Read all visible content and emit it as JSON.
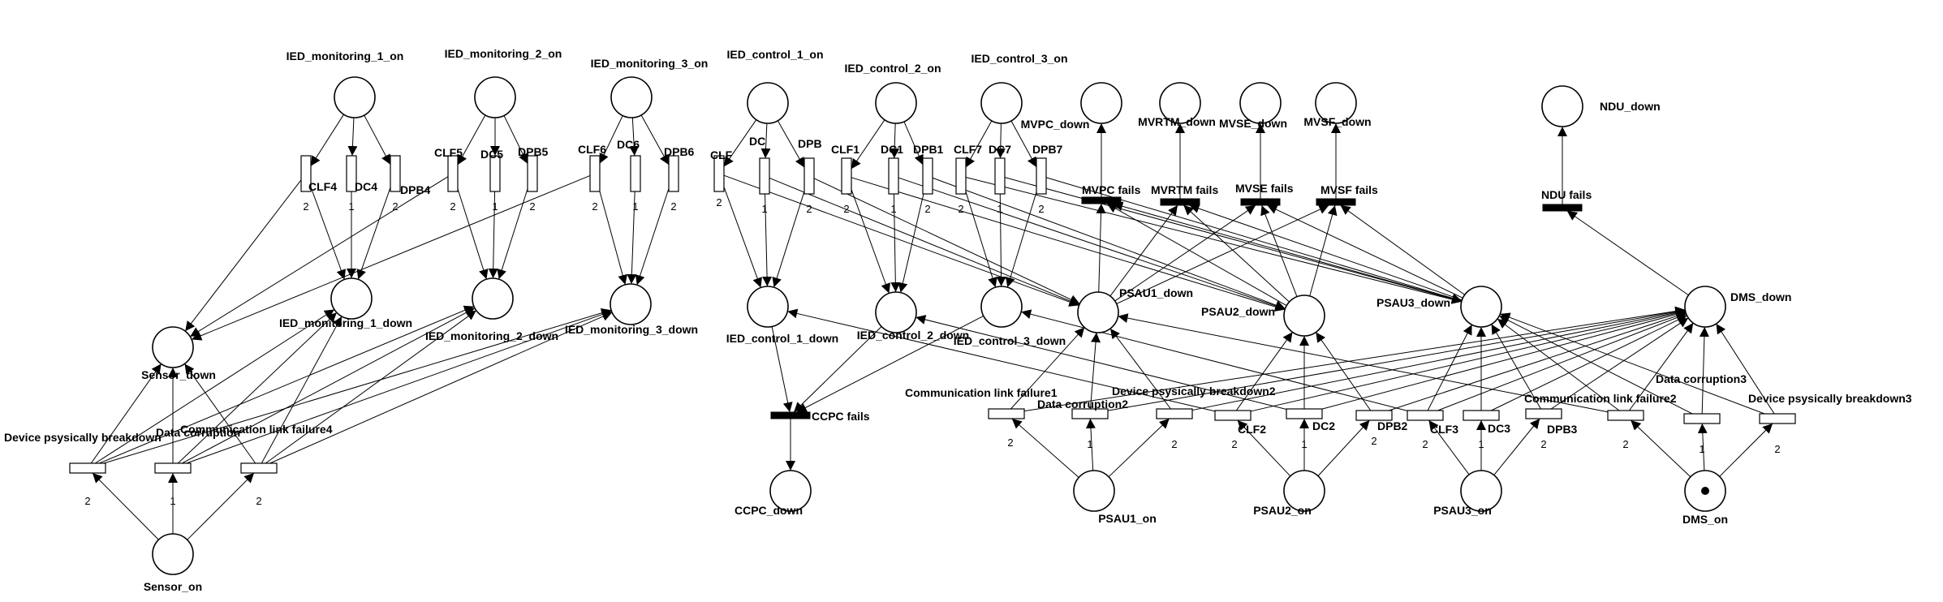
{
  "places": [
    {
      "id": "s_on",
      "label": "Sensor_on",
      "tokens": 0
    },
    {
      "id": "s_dn",
      "label": "Sensor_down",
      "tokens": 0
    },
    {
      "id": "m1on",
      "label": "IED_monitoring_1_on",
      "tokens": 0
    },
    {
      "id": "m2on",
      "label": "IED_monitoring_2_on",
      "tokens": 0
    },
    {
      "id": "m3on",
      "label": "IED_monitoring_3_on",
      "tokens": 0
    },
    {
      "id": "m1dn",
      "label": "IED_monitoring_1_down",
      "tokens": 0
    },
    {
      "id": "m2dn",
      "label": "IED_monitoring_2_down",
      "tokens": 0
    },
    {
      "id": "m3dn",
      "label": "IED_monitoring_3_down",
      "tokens": 0
    },
    {
      "id": "c1on",
      "label": "IED_control_1_on",
      "tokens": 0
    },
    {
      "id": "c2on",
      "label": "IED_control_2_on",
      "tokens": 0
    },
    {
      "id": "c3on",
      "label": "IED_control_3_on",
      "tokens": 0
    },
    {
      "id": "c1dn",
      "label": "IED_control_1_down",
      "tokens": 0
    },
    {
      "id": "c2dn",
      "label": "IED_control_2_down",
      "tokens": 0
    },
    {
      "id": "c3dn",
      "label": "IED_control_3_down",
      "tokens": 0
    },
    {
      "id": "ccpc",
      "label": "CCPC_down",
      "tokens": 0
    },
    {
      "id": "mvpc",
      "label": "MVPC_down",
      "tokens": 0
    },
    {
      "id": "mvrtm",
      "label": "MVRTM_down",
      "tokens": 0
    },
    {
      "id": "mvse",
      "label": "MVSE_down",
      "tokens": 0
    },
    {
      "id": "mvsf",
      "label": "MVSF_down",
      "tokens": 0
    },
    {
      "id": "ndu",
      "label": "NDU_down",
      "tokens": 0
    },
    {
      "id": "p1dn",
      "label": "PSAU1_down",
      "tokens": 0
    },
    {
      "id": "p2dn",
      "label": "PSAU2_down",
      "tokens": 0
    },
    {
      "id": "p3dn",
      "label": "PSAU3_down",
      "tokens": 0
    },
    {
      "id": "p1on",
      "label": "PSAU1_on",
      "tokens": 0
    },
    {
      "id": "p2on",
      "label": "PSAU2_on",
      "tokens": 0
    },
    {
      "id": "p3on",
      "label": "PSAU3_on",
      "tokens": 0
    },
    {
      "id": "dmsdn",
      "label": "DMS_down",
      "tokens": 0
    },
    {
      "id": "dmson",
      "label": "DMS_on",
      "tokens": 1
    }
  ],
  "transitions": [
    {
      "id": "sDP",
      "label": "Device psysically breakdown",
      "kind": "timed"
    },
    {
      "id": "sDC",
      "label": "Data corruption",
      "kind": "timed"
    },
    {
      "id": "sCL",
      "label": "Communication link failure4",
      "kind": "timed"
    },
    {
      "id": "CLF4",
      "label": "CLF4",
      "kind": "timed"
    },
    {
      "id": "DC4",
      "label": "DC4",
      "kind": "timed"
    },
    {
      "id": "DPB4",
      "label": "DPB4",
      "kind": "timed"
    },
    {
      "id": "CLF5",
      "label": "CLF5",
      "kind": "timed"
    },
    {
      "id": "DC5",
      "label": "DC5",
      "kind": "timed"
    },
    {
      "id": "DPB5",
      "label": "DPB5",
      "kind": "timed"
    },
    {
      "id": "CLF6",
      "label": "CLF6",
      "kind": "timed"
    },
    {
      "id": "DC6",
      "label": "DC6",
      "kind": "timed"
    },
    {
      "id": "DPB6",
      "label": "DPB6",
      "kind": "timed"
    },
    {
      "id": "CLF",
      "label": "CLF",
      "kind": "timed"
    },
    {
      "id": "DC",
      "label": "DC",
      "kind": "timed"
    },
    {
      "id": "DPB",
      "label": "DPB",
      "kind": "timed"
    },
    {
      "id": "CLF1",
      "label": "CLF1",
      "kind": "timed"
    },
    {
      "id": "DC1",
      "label": "DC1",
      "kind": "timed"
    },
    {
      "id": "DPB1",
      "label": "DPB1",
      "kind": "timed"
    },
    {
      "id": "CLF7",
      "label": "CLF7",
      "kind": "timed"
    },
    {
      "id": "DC7",
      "label": "DC7",
      "kind": "timed"
    },
    {
      "id": "DPB7",
      "label": "DPB7",
      "kind": "timed"
    },
    {
      "id": "ccpcf",
      "label": "CCPC fails",
      "kind": "immediate"
    },
    {
      "id": "mvpcf",
      "label": "MVPC fails",
      "kind": "immediate"
    },
    {
      "id": "mvrtmf",
      "label": "MVRTM fails",
      "kind": "immediate"
    },
    {
      "id": "mvsef",
      "label": "MVSE fails",
      "kind": "immediate"
    },
    {
      "id": "mvsff",
      "label": "MVSF fails",
      "kind": "immediate"
    },
    {
      "id": "nduf",
      "label": "NDU fails",
      "kind": "immediate"
    },
    {
      "id": "CLF1b",
      "label": "Communication link failure1",
      "kind": "timed"
    },
    {
      "id": "DC2b",
      "label": "Data corruption2",
      "kind": "timed"
    },
    {
      "id": "DP2b",
      "label": "Device psysically breakdown2",
      "kind": "timed"
    },
    {
      "id": "CLF2",
      "label": "CLF2",
      "kind": "timed"
    },
    {
      "id": "DC2",
      "label": "DC2",
      "kind": "timed"
    },
    {
      "id": "DPB2",
      "label": "DPB2",
      "kind": "timed"
    },
    {
      "id": "CLF3",
      "label": "CLF3",
      "kind": "timed"
    },
    {
      "id": "DC3",
      "label": "DC3",
      "kind": "timed"
    },
    {
      "id": "DPB3",
      "label": "DPB3",
      "kind": "timed"
    },
    {
      "id": "CL2b",
      "label": "Communication link failure2",
      "kind": "timed"
    },
    {
      "id": "DC3b",
      "label": "Data corruption3",
      "kind": "timed"
    },
    {
      "id": "DP3b",
      "label": "Device psysically breakdown3",
      "kind": "timed"
    }
  ],
  "arc_weights": {
    "sDP": "2",
    "sDC": "1",
    "sCL": "2",
    "CLF4": "2",
    "DC4": "1",
    "DPB4": "2",
    "CLF5": "2",
    "DC5": "1",
    "DPB5": "2",
    "CLF6": "2",
    "DC6": "1",
    "DPB6": "2",
    "CLF": "2",
    "DC": "1",
    "DPB": "2",
    "CLF1": "2",
    "DC1": "1",
    "DPB1": "2",
    "CLF7": "2",
    "DC7": "1",
    "DPB7": "2",
    "CLF1b": "2",
    "DC2b": "1",
    "DP2b": "2",
    "CLF2": "2",
    "DC2": "1",
    "DPB2": "2",
    "CLF3": "2",
    "DC3": "1",
    "DPB3": "2",
    "CL2b": "2",
    "DC3b": "1",
    "DP3b": "2"
  }
}
